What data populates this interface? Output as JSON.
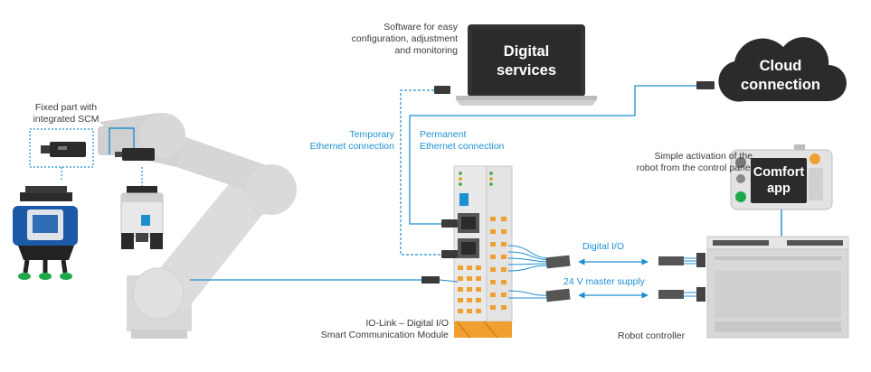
{
  "labels": {
    "software": [
      "Software for easy",
      "configuration, adjustment",
      "and monitoring"
    ],
    "fixed_part": [
      "Fixed part with",
      "integrated SCM"
    ],
    "temporary": [
      "Temporary",
      "Ethernet connection"
    ],
    "permanent": [
      "Permanent",
      "Ethernet connection"
    ],
    "activation": [
      "Simple activation of the",
      "robot from the control panel"
    ],
    "digital_io": "Digital I/O",
    "master_supply": "24 V master supply",
    "scm": [
      "IO-Link – Digital I/O",
      "Smart Communication Module"
    ],
    "robot_controller": "Robot controller"
  },
  "boxes": {
    "digital_services": [
      "Digital",
      "services"
    ],
    "cloud": [
      "Cloud",
      "connection"
    ],
    "comfort_app": [
      "Comfort",
      "app"
    ]
  },
  "colors": {
    "accent": "#1d8fd0",
    "text": "#3a3a3a",
    "dark_panel": "#2b2b2b",
    "arm_gray": "#d6d6d6",
    "module_orange": "#f0a030"
  }
}
